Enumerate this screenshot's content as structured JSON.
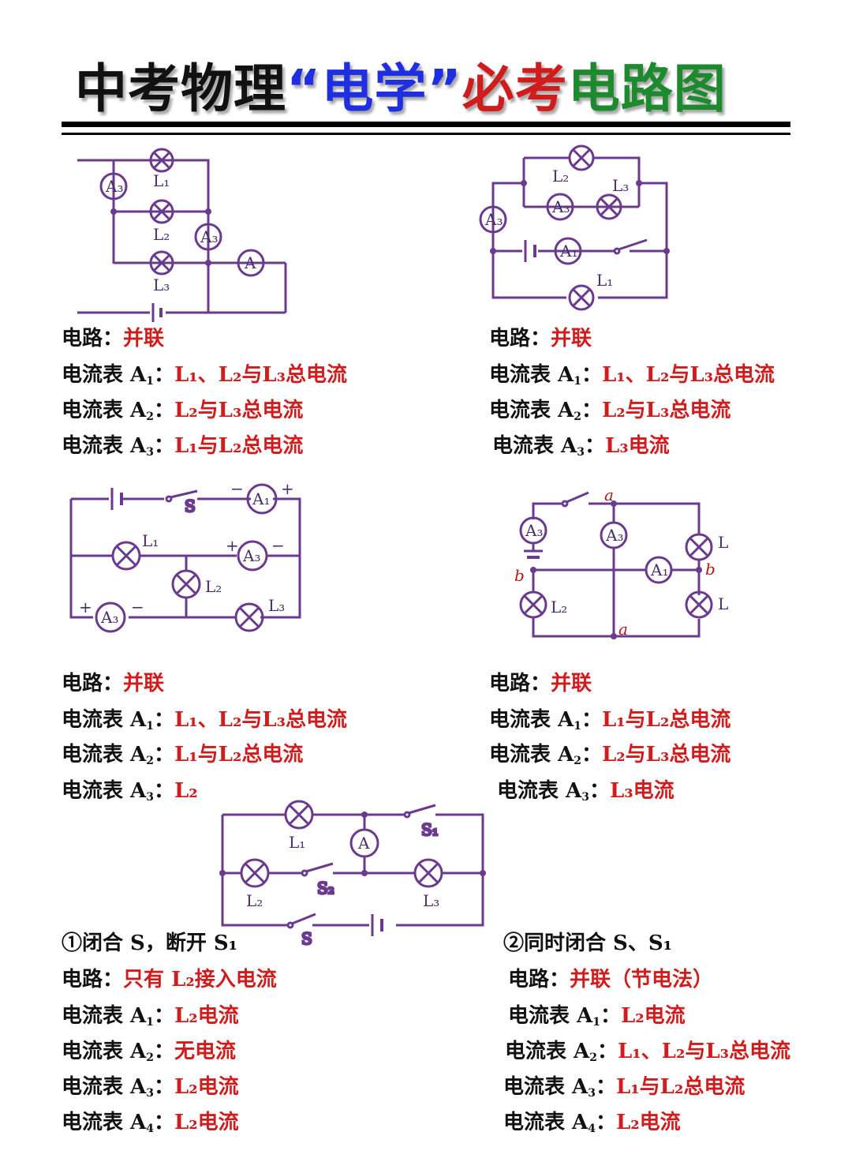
{
  "title": {
    "part1": "中考物理",
    "part2": "“电学”",
    "part3": "必考",
    "part4": "电路图",
    "colors": {
      "part1": "#111111",
      "part2": "#1f2ee0",
      "part3": "#d01c1c",
      "part4": "#1e8a2e"
    }
  },
  "colors": {
    "wire": "#6a3a8e",
    "answer": "#d01c1c",
    "key": "#111111"
  },
  "labels": {
    "circuit": "电路：",
    "ammeter": "电流表",
    "A1": "A₁",
    "A2": "A₂",
    "A3": "A₃",
    "A": "A",
    "L1": "L₁",
    "L2": "L₂",
    "L3": "L₃",
    "L": "L",
    "S": "S",
    "S1": "S₁",
    "S2": "S₂",
    "a": "a",
    "b": "b",
    "plus": "+",
    "minus": "−"
  },
  "panels": [
    {
      "id": "p1",
      "circuit": "并联",
      "rows": [
        {
          "key": "电流表 A",
          "sub": "1",
          "value": "L₁、L₂与L₃总电流"
        },
        {
          "key": "电流表 A",
          "sub": "2",
          "value": "L₂与L₃总电流"
        },
        {
          "key": "电流表 A",
          "sub": "3",
          "value": "L₁与L₂总电流"
        }
      ]
    },
    {
      "id": "p2",
      "circuit": "并联",
      "rows": [
        {
          "key": "电流表 A",
          "sub": "1",
          "value": "L₁、L₂与L₃总电流"
        },
        {
          "key": "电流表 A",
          "sub": "2",
          "value": "L₂与L₃总电流"
        },
        {
          "key": "电流表 A",
          "sub": "3",
          "value": "L₃电流"
        }
      ]
    },
    {
      "id": "p3",
      "circuit": "并联",
      "rows": [
        {
          "key": "电流表 A",
          "sub": "1",
          "value": "L₁、L₂与L₃总电流"
        },
        {
          "key": "电流表 A",
          "sub": "2",
          "value": "L₁与L₂总电流"
        },
        {
          "key": "电流表 A",
          "sub": "3",
          "value": "L₂"
        }
      ]
    },
    {
      "id": "p4",
      "circuit": "并联",
      "rows": [
        {
          "key": "电流表 A",
          "sub": "1",
          "value": "L₁与L₂总电流"
        },
        {
          "key": "电流表 A",
          "sub": "2",
          "value": "L₂与L₃总电流"
        },
        {
          "key": "电流表 A",
          "sub": "3",
          "value": "L₃电流"
        }
      ]
    }
  ],
  "case1": {
    "heading": "①闭合 S，断开 S₁",
    "circuit": "只有 L₂接入电流",
    "rows": [
      {
        "key": "电流表 A",
        "sub": "1",
        "value": "L₂电流"
      },
      {
        "key": "电流表 A",
        "sub": "2",
        "value": "无电流"
      },
      {
        "key": "电流表 A",
        "sub": "3",
        "value": "L₂电流"
      },
      {
        "key": "电流表 A",
        "sub": "4",
        "value": "L₂电流"
      }
    ]
  },
  "case2": {
    "heading": "②同时闭合 S、S₁",
    "circuit": "并联（节电法）",
    "rows": [
      {
        "key": "电流表 A",
        "sub": "1",
        "value": "L₂电流"
      },
      {
        "key": "电流表 A",
        "sub": "2",
        "value": "L₁、L₂与L₃总电流"
      },
      {
        "key": "电流表 A",
        "sub": "3",
        "value": "L₁与L₂总电流"
      },
      {
        "key": "电流表 A",
        "sub": "4",
        "value": "L₂电流"
      }
    ]
  }
}
